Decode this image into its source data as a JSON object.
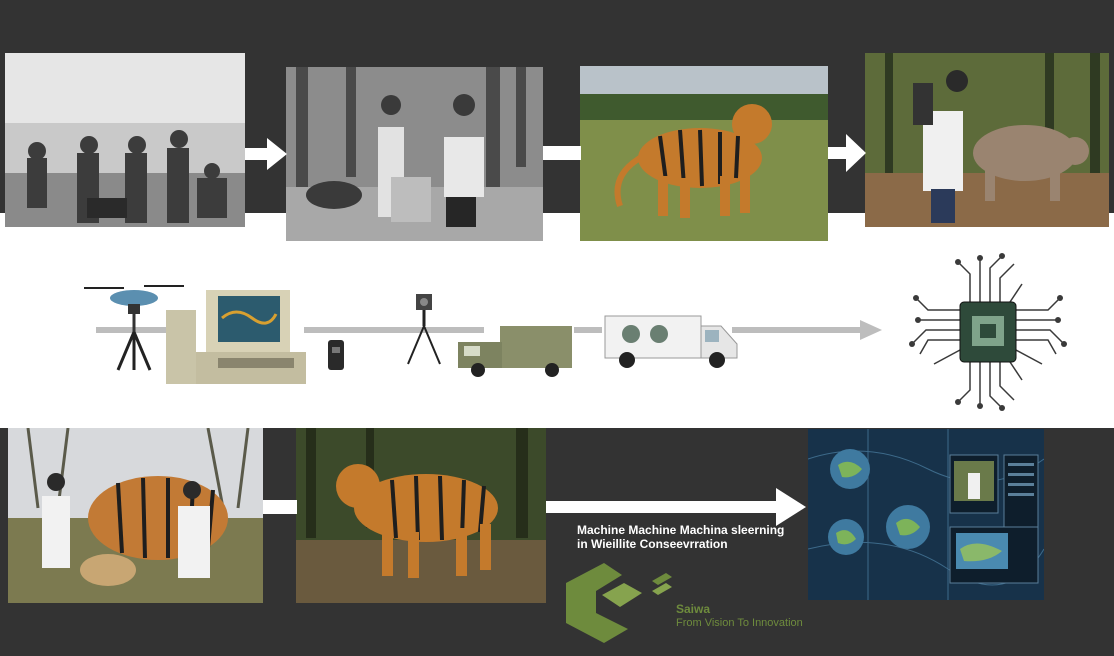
{
  "caption": {
    "line1": "Machine Machine Machina sleerning",
    "line2": "in Wieillite Conseevrration"
  },
  "brand": {
    "name": "Saiwa",
    "tagline": "From Vision To Innovation",
    "color": "#6e8b3d"
  },
  "colors": {
    "background_dark": "#333333",
    "band_light": "#ffffff",
    "arrow_gray": "#bdbdbd",
    "chip_green": "#2e4a3a"
  },
  "row1_photos": [
    "historic-field-team-photo",
    "historic-scientists-with-animal-photo",
    "tiger-in-grassland-photo",
    "researcher-with-tapir-photo"
  ],
  "row2_devices": [
    "drone-icon",
    "vintage-computer-icon",
    "radio-collar-icon",
    "camera-trap-icon",
    "field-truck-icon",
    "lab-van-icon",
    "ai-chip-icon"
  ],
  "row3_panels": [
    "researchers-with-tiger-photo",
    "tiger-in-forest-photo",
    "conservation-dashboard-screen"
  ]
}
